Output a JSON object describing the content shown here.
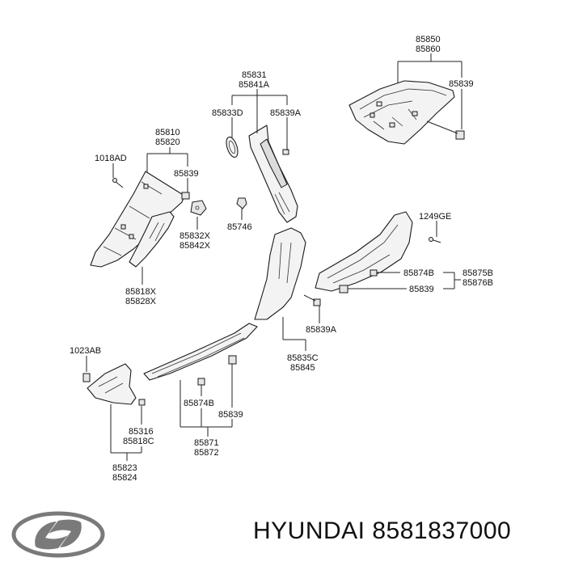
{
  "labels": {
    "l85850": "85850",
    "l85860": "85860",
    "l85839_top": "85839",
    "l85831": "85831",
    "l85841A": "85841A",
    "l85833D": "85833D",
    "l85839A_top": "85839A",
    "l85810": "85810",
    "l85820": "85820",
    "l1018AD": "1018AD",
    "l85839_left": "85839",
    "l85832X": "85832X",
    "l85842X": "85842X",
    "l85746": "85746",
    "l1249GE": "1249GE",
    "l85874B_right": "85874B",
    "l85875B": "85875B",
    "l85876B": "85876B",
    "l85839_right": "85839",
    "l85818X": "85818X",
    "l85828X": "85828X",
    "l85839A_mid": "85839A",
    "l85835C": "85835C",
    "l85845": "85845",
    "l1023AB": "1023AB",
    "l85874B_bottom": "85874B",
    "l85839_bottom": "85839",
    "l85316": "85316",
    "l85818C": "85818C",
    "l85871": "85871",
    "l85872": "85872",
    "l85823": "85823",
    "l85824": "85824"
  },
  "footer": {
    "brand": "HYUNDAI",
    "part_number": "8581837000",
    "logo_icon": "hyundai-logo-icon"
  }
}
